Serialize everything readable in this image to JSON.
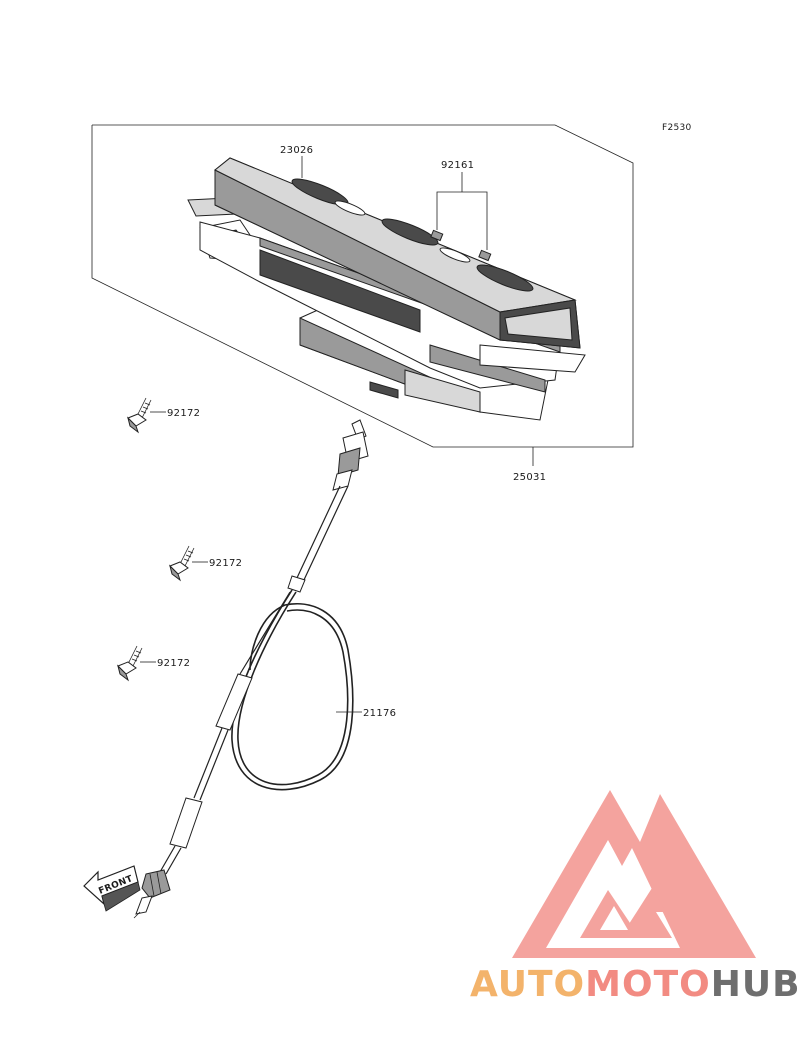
{
  "figure_code": "F2530",
  "parts": {
    "cover": "23026",
    "screws_meter": "92161",
    "meter_assembly": "25031",
    "bolt_1": "92172",
    "bolt_2": "92172",
    "bolt_3": "92172",
    "cable": "21176"
  },
  "front_arrow": "FRONT",
  "watermark": {
    "part1": "AUTO",
    "part2": "MOTO",
    "part3": "HUB",
    "colors": {
      "auto": "#f3b36b",
      "moto": "#f28b82",
      "hub": "#6e6e6e",
      "logo": "#f4a39e"
    }
  }
}
